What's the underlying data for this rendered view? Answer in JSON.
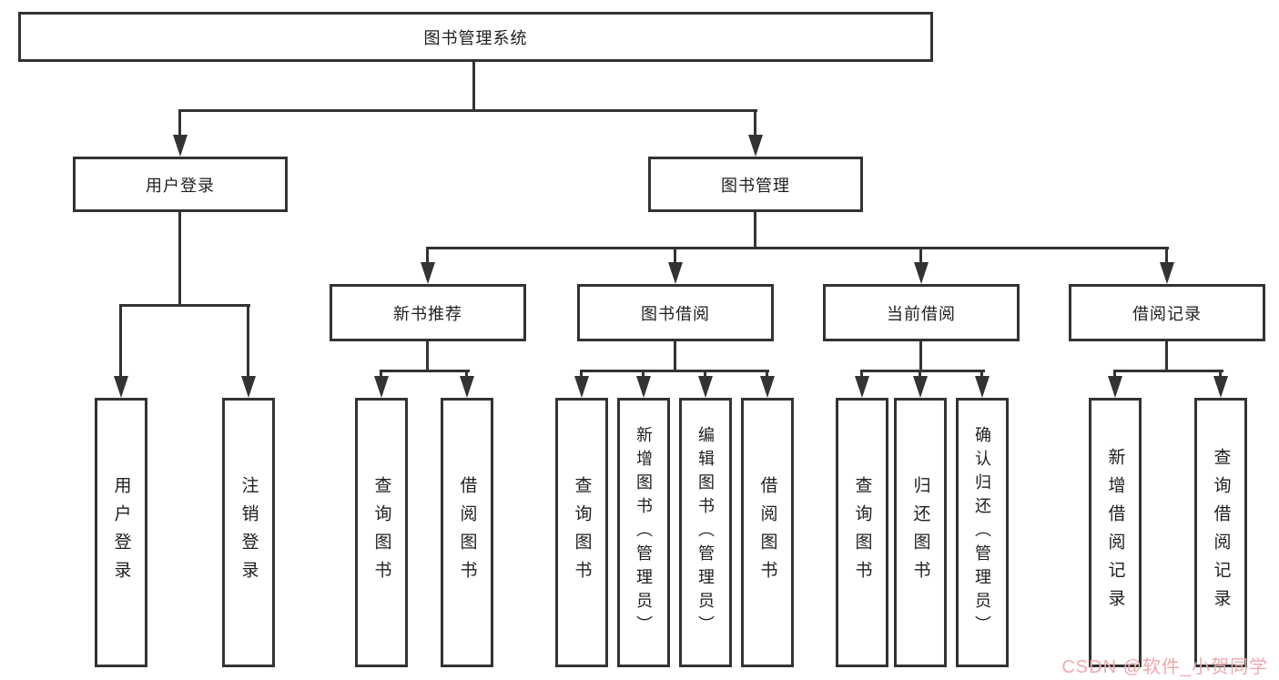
{
  "tree": {
    "root": {
      "label": "图书管理系统",
      "children": [
        {
          "label": "用户登录",
          "children": [
            {
              "label": "用户登录"
            },
            {
              "label": "注销登录"
            }
          ]
        },
        {
          "label": "图书管理",
          "children": [
            {
              "label": "新书推荐",
              "children": [
                {
                  "label": "查询图书"
                },
                {
                  "label": "借阅图书"
                }
              ]
            },
            {
              "label": "图书借阅",
              "children": [
                {
                  "label": "查询图书"
                },
                {
                  "label": "新增图书（管理员）"
                },
                {
                  "label": "编辑图书（管理员）"
                },
                {
                  "label": "借阅图书"
                }
              ]
            },
            {
              "label": "当前借阅",
              "children": [
                {
                  "label": "查询图书"
                },
                {
                  "label": "归还图书"
                },
                {
                  "label": "确认归还（管理员）"
                }
              ]
            },
            {
              "label": "借阅记录",
              "children": [
                {
                  "label": "新增借阅记录"
                },
                {
                  "label": "查询借阅记录"
                }
              ]
            }
          ]
        }
      ]
    }
  },
  "watermark": {
    "text": "CSDN @软件_小贺同学"
  },
  "colors": {
    "line": "#333333",
    "text": "#1f1f1f",
    "background": "#ffffff",
    "watermark": "#f0a9ad"
  }
}
